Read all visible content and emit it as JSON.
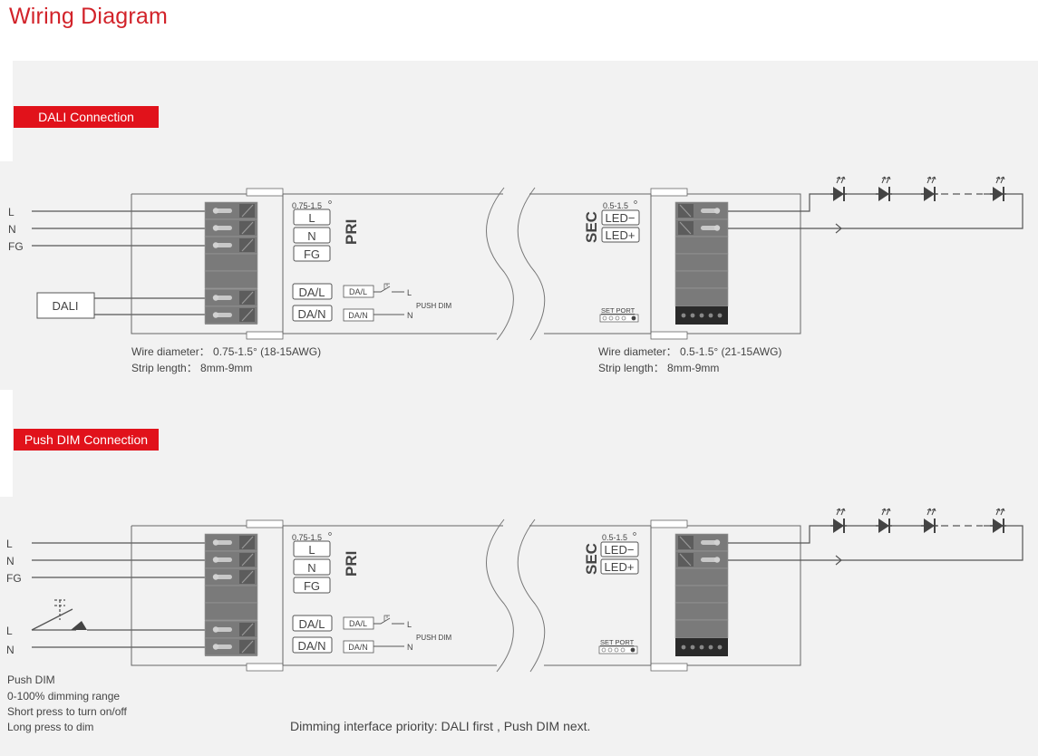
{
  "title": "Wiring Diagram",
  "sections": [
    {
      "badge": "DALI Connection",
      "input_labels": [
        "L",
        "N",
        "FG"
      ],
      "dali_box": "DALI",
      "pri": {
        "gauge": "0.75-1.5",
        "terminals": [
          "L",
          "N",
          "FG"
        ],
        "label": "PRI",
        "da_l": "DA/L",
        "da_n": "DA/N",
        "small_da_l": "DA/L",
        "small_da_n": "DA/N",
        "switch_l": "L",
        "switch_n": "N",
        "push_dim": "PUSH DIM"
      },
      "sec": {
        "gauge": "0.5-1.5",
        "label": "SEC",
        "led_minus": "LED−",
        "led_plus": "LED+",
        "set_port": "SET PORT"
      },
      "notes_left": [
        "Wire diameter： 0.75-1.5° (18-15AWG)",
        "Strip length： 8mm-9mm"
      ],
      "notes_right": [
        "Wire diameter： 0.5-1.5° (21-15AWG)",
        "Strip length： 8mm-9mm"
      ]
    },
    {
      "badge": "Push DIM Connection",
      "input_labels": [
        "L",
        "N",
        "FG",
        "L",
        "N"
      ],
      "pri": {
        "gauge": "0.75-1.5",
        "terminals": [
          "L",
          "N",
          "FG"
        ],
        "label": "PRI",
        "da_l": "DA/L",
        "da_n": "DA/N",
        "small_da_l": "DA/L",
        "small_da_n": "DA/N",
        "switch_l": "L",
        "switch_n": "N",
        "push_dim": "PUSH DIM"
      },
      "sec": {
        "gauge": "0.5-1.5",
        "label": "SEC",
        "led_minus": "LED−",
        "led_plus": "LED+",
        "set_port": "SET PORT"
      },
      "notes_left": [
        "Push DIM",
        "0-100% dimming range",
        "Short press to turn on/off",
        "Long press to dim"
      ],
      "priority_note": "Dimming interface priority: DALI first , Push DIM next."
    }
  ],
  "colors": {
    "accent": "#e1121b",
    "title": "#d2232a",
    "panel": "#f2f2f2",
    "terminal": "#7a7a7a",
    "wire": "#555555"
  }
}
